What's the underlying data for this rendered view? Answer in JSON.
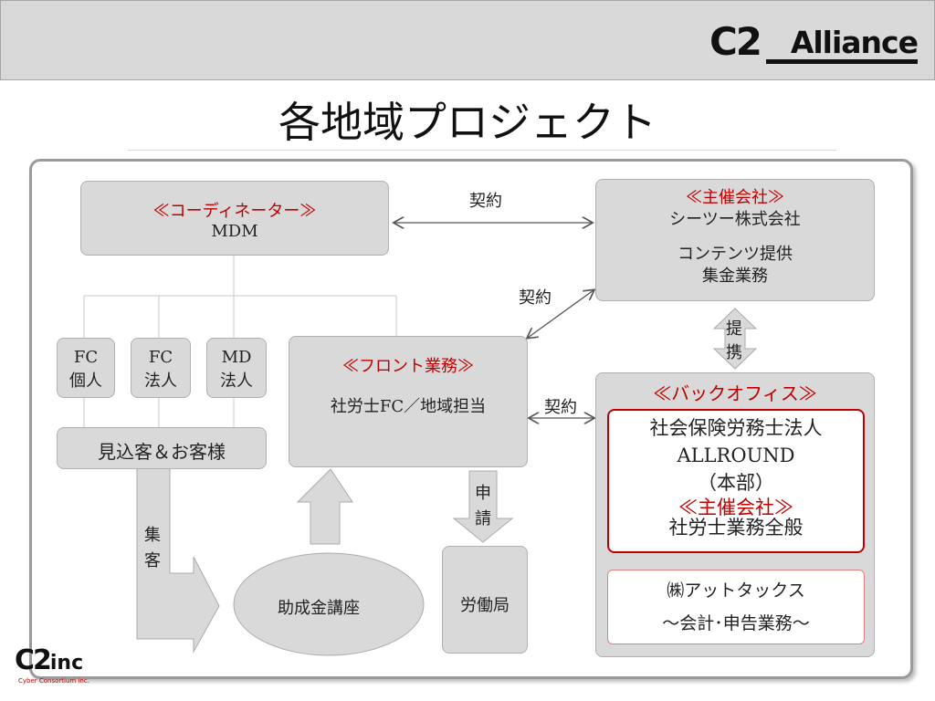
{
  "brand": {
    "c2": "C2",
    "alliance": "Alliance"
  },
  "title": "各地域プロジェクト",
  "coordinator": {
    "header": "≪コーディネーター≫",
    "name": "MDM"
  },
  "organizer": {
    "header": "≪主催会社≫",
    "company": "シーツー株式会社",
    "role1": "コンテンツ提供",
    "role2": "集金業務"
  },
  "franchise": [
    {
      "line1": "FC",
      "line2": "個人"
    },
    {
      "line1": "FC",
      "line2": "法人"
    },
    {
      "line1": "MD",
      "line2": "法人"
    }
  ],
  "prospects": "見込客＆お客様",
  "front": {
    "header": "≪フロント業務≫",
    "body": "社労士FC／地域担当"
  },
  "back_office": {
    "header": "≪バックオフィス≫",
    "main": {
      "line1": "社会保険労務士法人",
      "line2": "ALLROUND",
      "line3": "（本部）",
      "line4": "≪主催会社≫",
      "line5": "社労士業務全般"
    },
    "sub": {
      "line1": "㈱アットタックス",
      "line2": "〜会計･申告業務〜"
    }
  },
  "labor_office": "労働局",
  "seminar": "助成金講座",
  "labels": {
    "contract": "契約",
    "alliance_1": "提",
    "alliance_2": "携",
    "apply_1": "申",
    "apply_2": "請",
    "collect_1": "集",
    "collect_2": "客"
  },
  "footer": {
    "c2": "C2",
    "inc": "inc",
    "sub": "Cyber Consortium inc."
  },
  "colors": {
    "box_fill": "#d9d9d9",
    "accent_red": "#c00000",
    "panel_border": "#9a9a9a"
  }
}
